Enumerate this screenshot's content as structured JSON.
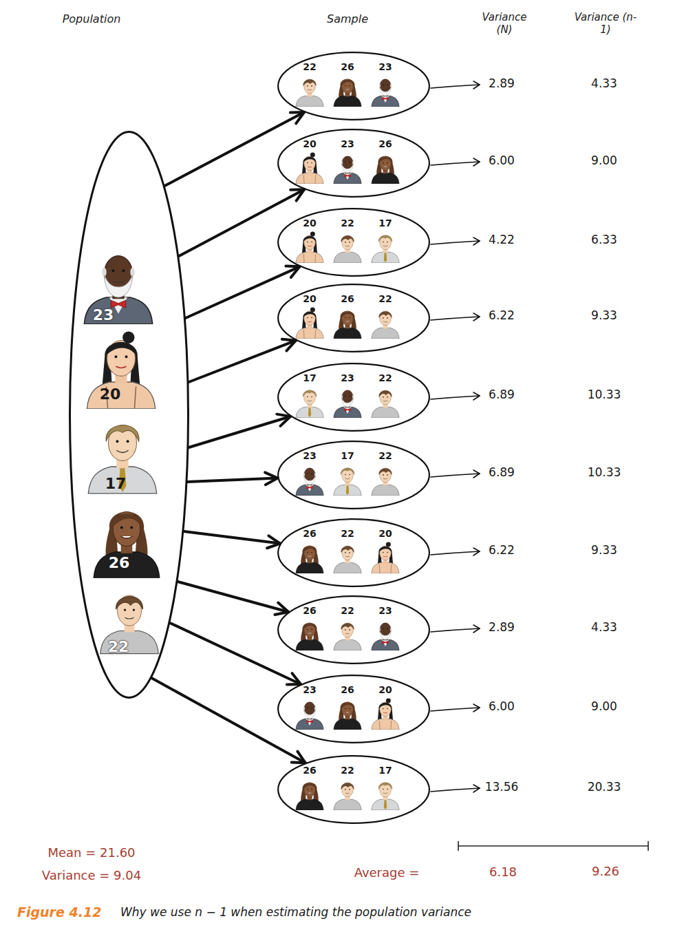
{
  "diagram": {
    "caption": "Why we use n − 1 when estimating the population variance",
    "nodes": [
      {
        "text": [
          "23",
          "20",
          "17",
          "26",
          "22"
        ]
      },
      {
        "text": [
          "22",
          "26",
          "23"
        ]
      },
      {
        "text": [
          "20",
          "23",
          "26"
        ]
      },
      {
        "text": [
          "20",
          "22",
          "17"
        ]
      },
      {
        "text": [
          "20",
          "26",
          "22"
        ]
      },
      {
        "text": [
          "17",
          "23",
          "22"
        ]
      },
      {
        "text": [
          "23",
          "17",
          "22"
        ]
      },
      {
        "text": [
          "26",
          "22",
          "20"
        ]
      },
      {
        "text": [
          "26",
          "22",
          "23"
        ]
      },
      {
        "text": [
          "23",
          "26",
          "20"
        ]
      },
      {
        "text": [
          "26",
          "22",
          "17"
        ]
      }
    ],
    "edges": [
      {
        "from": 0,
        "to": 1,
        "arrow": "to"
      },
      {
        "from": 0,
        "to": 2,
        "arrow": "to"
      },
      {
        "from": 0,
        "to": 3,
        "arrow": "to"
      },
      {
        "from": 0,
        "to": 4,
        "arrow": "to"
      },
      {
        "from": 0,
        "to": 5,
        "arrow": "to"
      },
      {
        "from": 0,
        "to": 6,
        "arrow": "to"
      },
      {
        "from": 0,
        "to": 7,
        "arrow": "to"
      },
      {
        "from": 0,
        "to": 8,
        "arrow": "to"
      },
      {
        "from": 0,
        "to": 9,
        "arrow": "to"
      },
      {
        "from": 0,
        "to": 10,
        "arrow": "to"
      }
    ],
    "labels": [
      "Population",
      "Sample",
      "Variance (N)",
      "Variance (n-1)",
      "2.89",
      "4.33",
      "6.00",
      "9.00",
      "4.22",
      "6.33",
      "6.22",
      "9.33",
      "6.89",
      "10.33",
      "6.89",
      "10.33",
      "6.22",
      "9.33",
      "2.89",
      "4.33",
      "6.00",
      "9.00",
      "13.56",
      "20.33",
      "Mean = 21.60",
      "Variance = 9.04",
      "Average =",
      "6.18",
      "9.26",
      "Figure 4.12"
    ]
  }
}
